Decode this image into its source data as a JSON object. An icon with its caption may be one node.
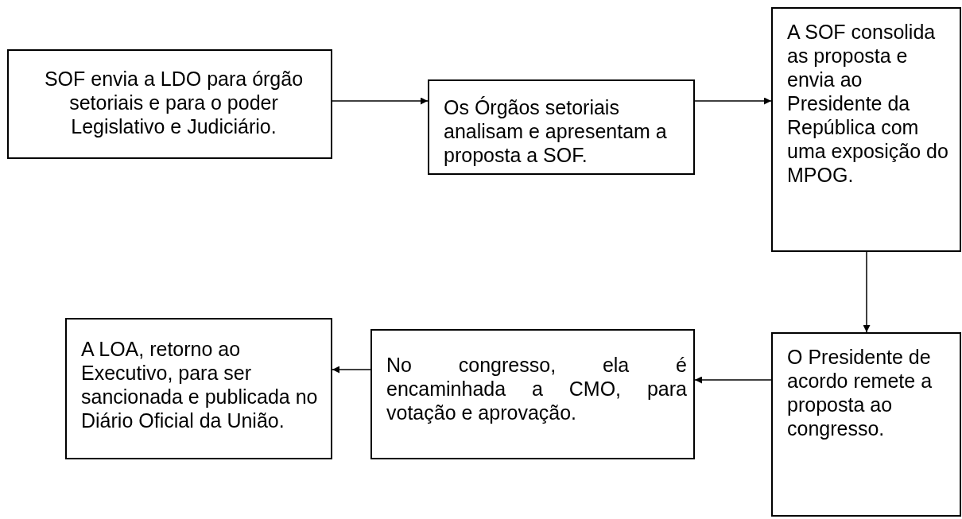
{
  "diagram": {
    "nodes": [
      {
        "text": [
          "SOF envia a LDO para órgão setoriais e para o poder Legislativo e Judiciário."
        ]
      },
      {
        "text": [
          "Os Órgãos setoriais analisam e apresentam a proposta a SOF."
        ]
      },
      {
        "text": [
          "A SOF consolida as proposta e envia ao Presidente da República com uma exposição do MPOG."
        ]
      },
      {
        "text": [
          "O Presidente de acordo remete a proposta ao congresso."
        ]
      },
      {
        "text": [
          "No congresso, ela é encaminhada a CMO, para votação e aprovação."
        ]
      },
      {
        "text": [
          "A LOA, retorno ao Executivo, para ser sancionada e publicada no Diário Oficial da União."
        ]
      }
    ],
    "edges": [
      {
        "from": 0,
        "to": 1,
        "arrow": "to"
      },
      {
        "from": 1,
        "to": 2,
        "arrow": "to"
      },
      {
        "from": 2,
        "to": 3,
        "arrow": "to"
      },
      {
        "from": 3,
        "to": 4,
        "arrow": "to"
      },
      {
        "from": 4,
        "to": 5,
        "arrow": "to"
      }
    ]
  }
}
